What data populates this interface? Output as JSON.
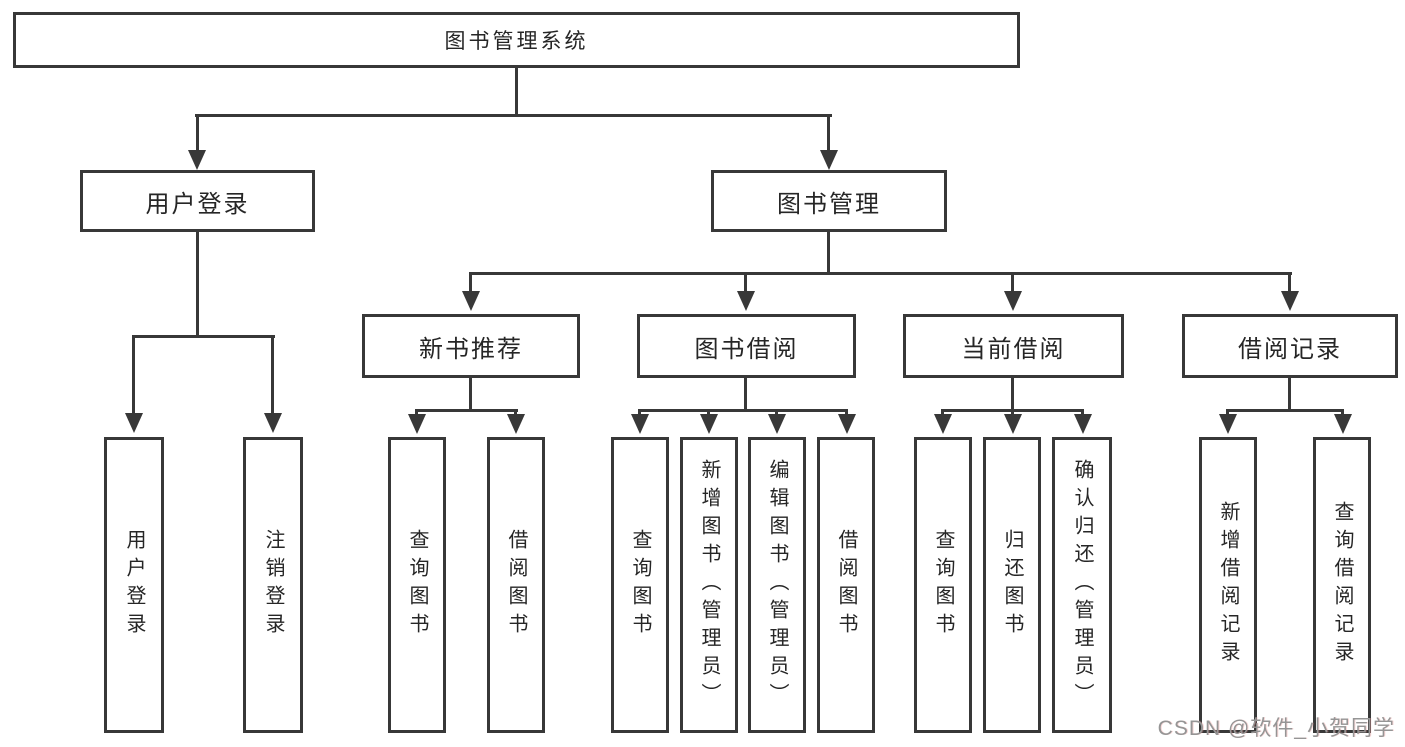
{
  "tree": {
    "root": "图书管理系统",
    "level1": [
      {
        "label": "用户登录",
        "children": [
          "用户登录",
          "注销登录"
        ]
      },
      {
        "label": "图书管理"
      }
    ],
    "level2": [
      {
        "label": "新书推荐",
        "children": [
          "查询图书",
          "借阅图书"
        ]
      },
      {
        "label": "图书借阅",
        "children": [
          "查询图书",
          "新增图书（管理员）",
          "编辑图书（管理员）",
          "借阅图书"
        ]
      },
      {
        "label": "当前借阅",
        "children": [
          "查询图书",
          "归还图书",
          "确认归还（管理员）"
        ]
      },
      {
        "label": "借阅记录",
        "children": [
          "新增借阅记录",
          "查询借阅记录"
        ]
      }
    ]
  },
  "watermark": {
    "text": "CSDN @软件_小贺同学",
    "color": "#959595"
  },
  "colors": {
    "line": "#383838",
    "text": "#262626",
    "background": "#ffffff"
  }
}
